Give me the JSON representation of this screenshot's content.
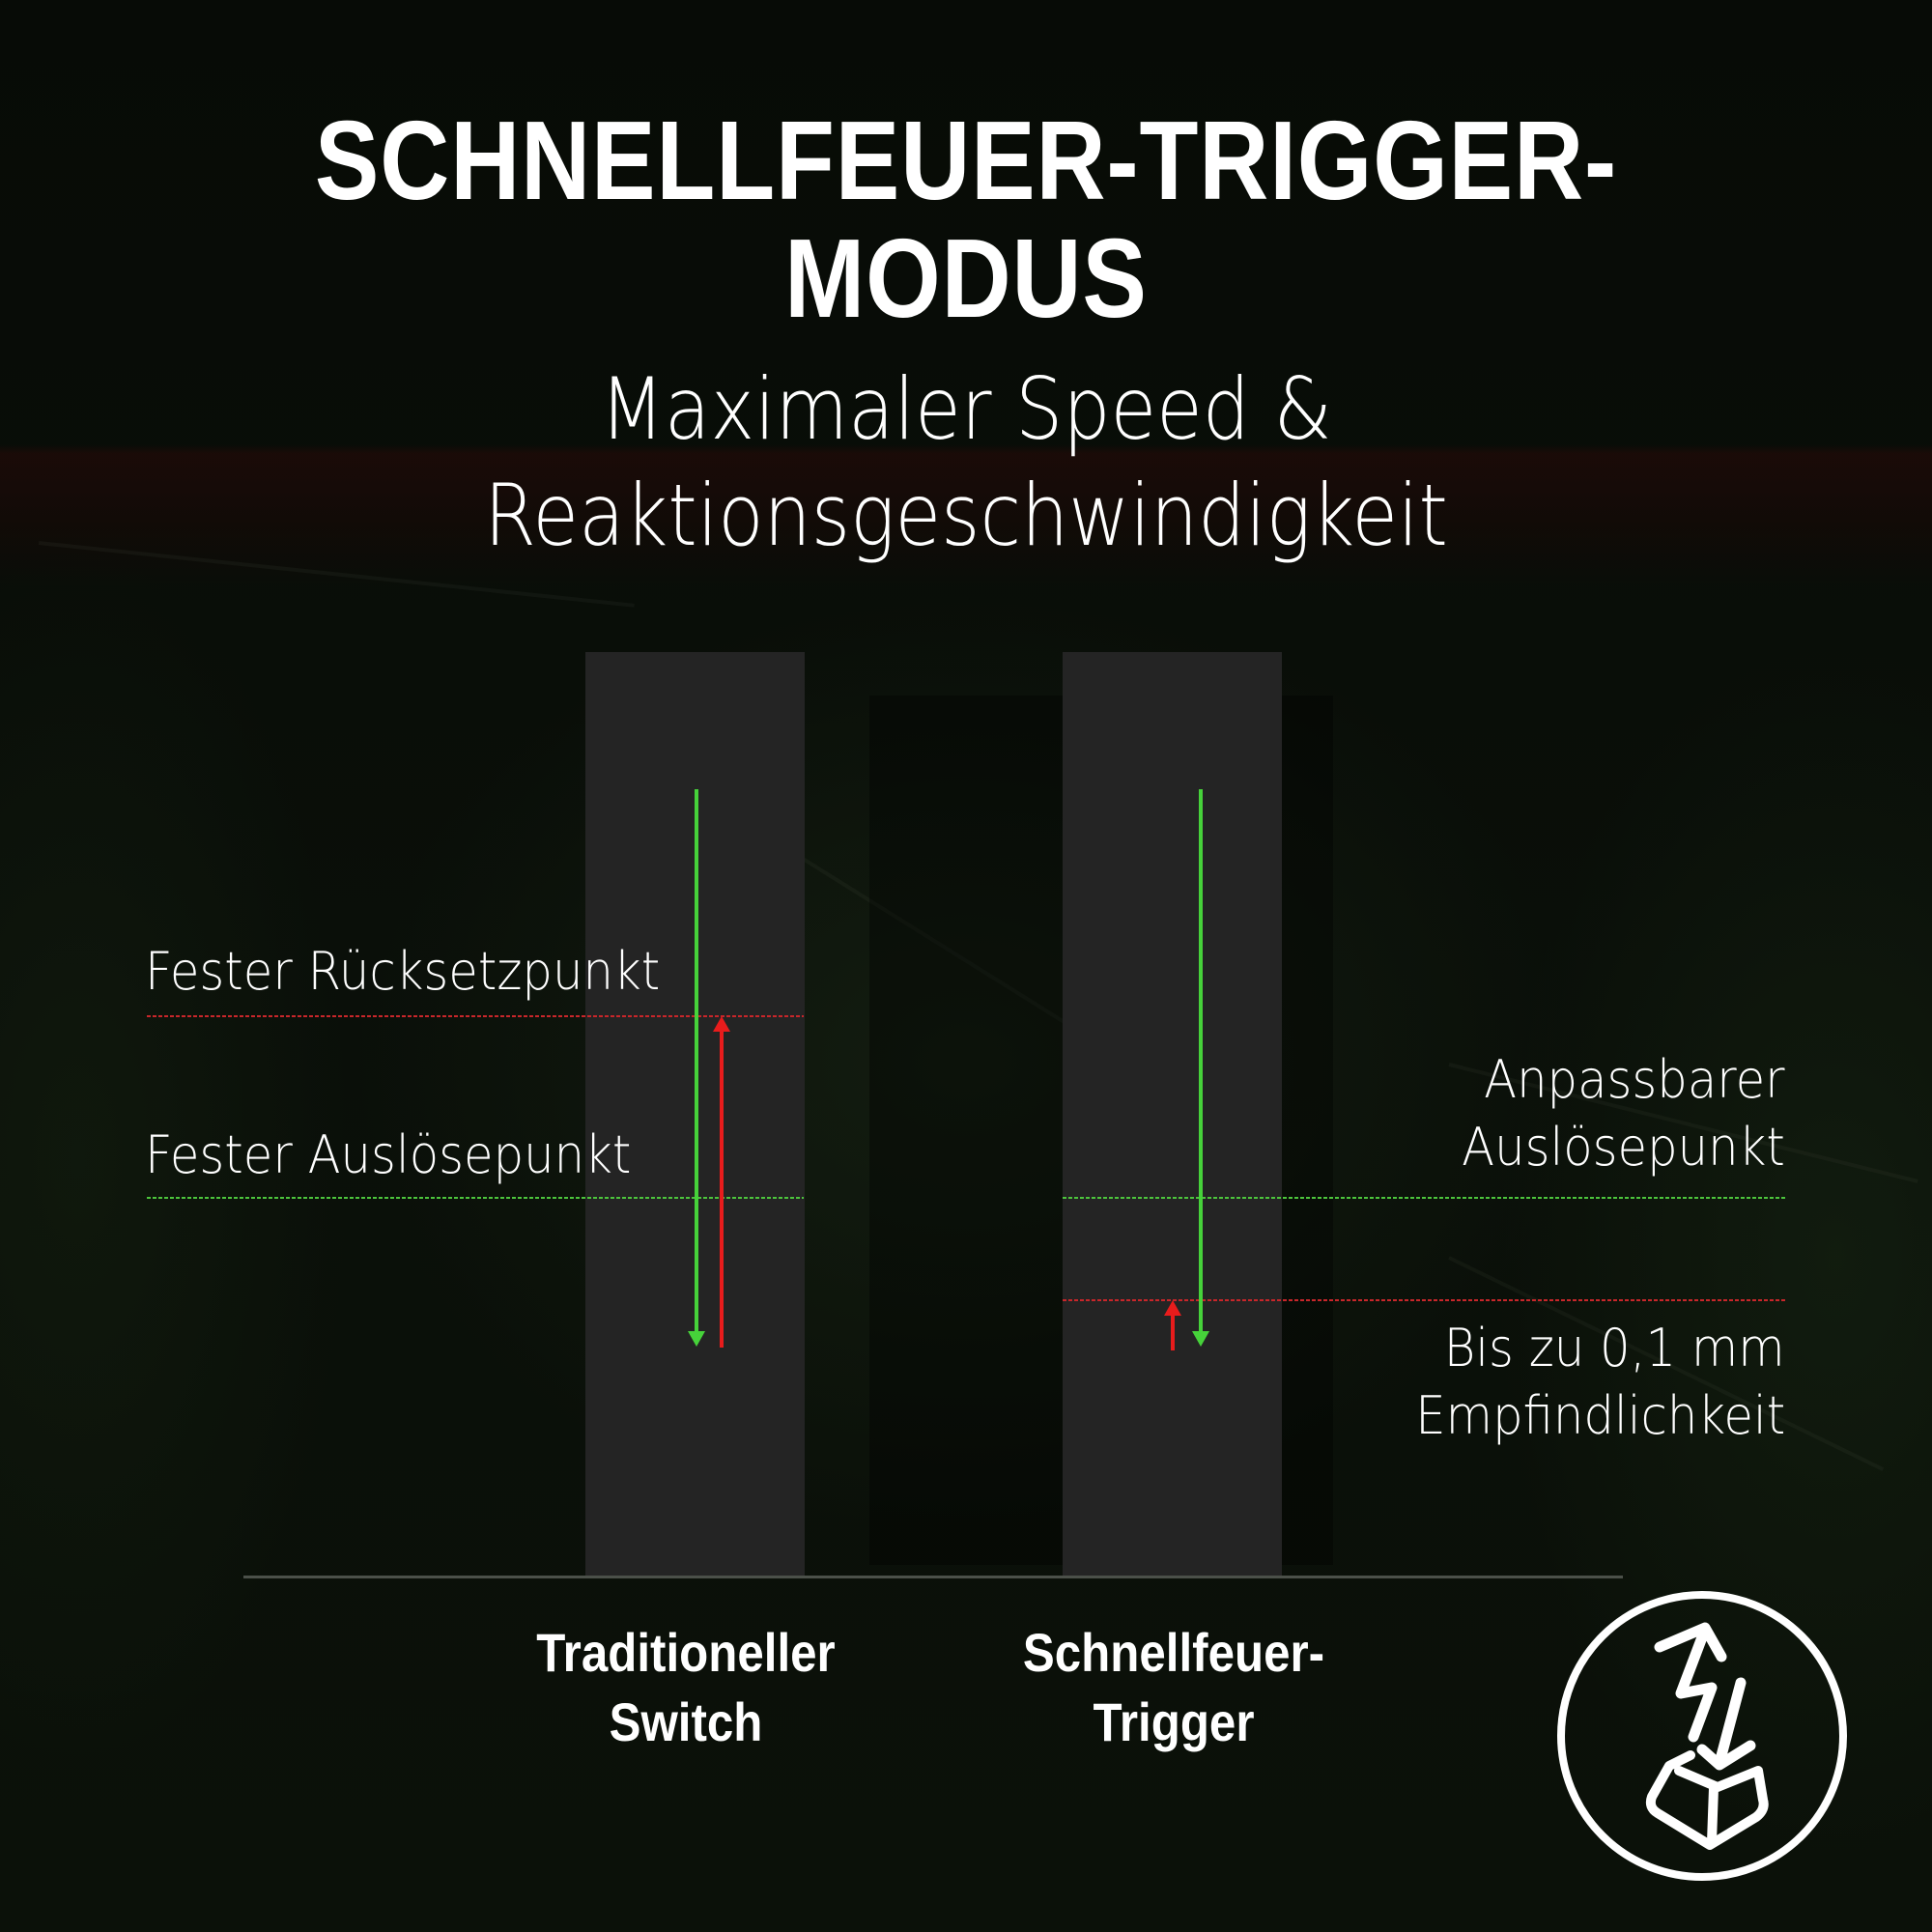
{
  "header": {
    "title_line1": "SCHNELLFEUER-TRIGGER-",
    "title_line2": "MODUS",
    "subtitle_line1": "Maximaler Speed &",
    "subtitle_line2": "Reaktionsgeschwindigkeit"
  },
  "diagram": {
    "left_labels": {
      "reset_point": "Fester Rücksetzpunkt",
      "actuation_point": "Fester Auslösepunkt"
    },
    "right_labels": {
      "actuation_line1": "Anpassbarer",
      "actuation_line2": "Auslösepunkt",
      "sensitivity_line1": "Bis zu 0,1 mm",
      "sensitivity_line2": "Empfindlichkeit"
    },
    "columns": [
      {
        "line1": "Traditioneller",
        "line2": "Switch"
      },
      {
        "line1": "Schnellfeuer-",
        "line2": "Trigger"
      }
    ],
    "colors": {
      "press_arrow": "#46d23a",
      "release_arrow": "#e81c1c",
      "actuation_line": "#4cc43c",
      "reset_line": "#c8262a",
      "bar": "#242424",
      "background": "#060a05"
    },
    "icon": "rapid-trigger-keycap-icon"
  }
}
